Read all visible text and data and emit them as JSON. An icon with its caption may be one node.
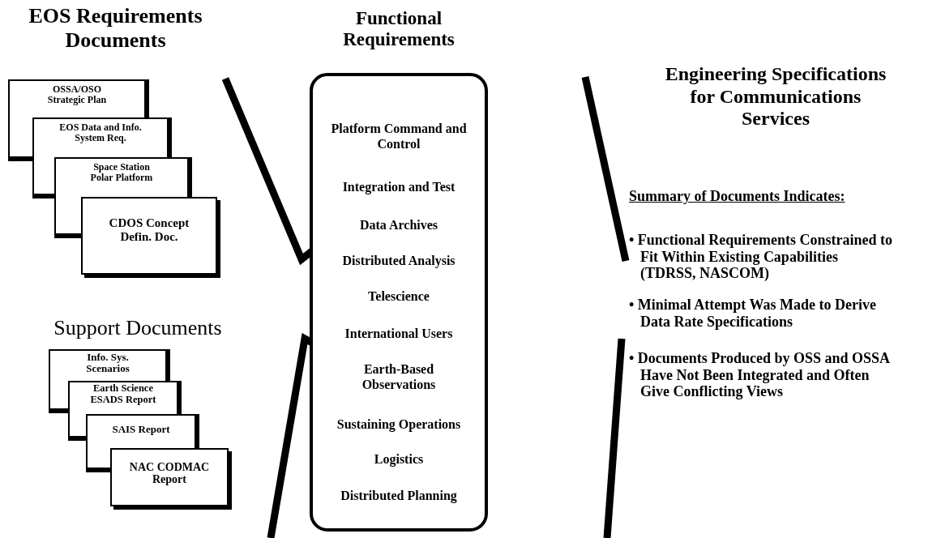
{
  "diagram": {
    "nodes": [
      {
        "text": [
          "OSSA/OSO Strategic Plan"
        ]
      },
      {
        "text": [
          "EOS Data and Info. System Req."
        ]
      },
      {
        "text": [
          "Space Station Polar Platform"
        ]
      },
      {
        "text": [
          "CDOS Concept Defin. Doc."
        ]
      },
      {
        "text": [
          "Info. Sys. Scenarios"
        ]
      },
      {
        "text": [
          "Earth Science ESADS Report"
        ]
      },
      {
        "text": [
          "SAIS Report"
        ]
      },
      {
        "text": [
          "NAC CODMAC Report"
        ]
      },
      {
        "text": [
          "Functional Requirements",
          "Platform Command and Control",
          "Integration and Test",
          "Data Archives",
          "Distributed Analysis",
          "Telescience",
          "International Users",
          "Earth-Based Observations",
          "Sustaining Operations",
          "Logistics",
          "Distributed Planning"
        ]
      }
    ],
    "labels": [
      "EOS Requirements Documents",
      "Support Documents",
      "Engineering Specifications for Communications Services",
      "Summary of Documents Indicates:",
      "• Functional Requirements Constrained to Fit Within Existing Capabilities (TDRSS, NASCOM)",
      "• Minimal Attempt Was Made to Derive Data Rate Specifications",
      "• Documents Produced by OSS and OSSA Have Not Been Integrated and Often Give Conflicting Views"
    ]
  }
}
